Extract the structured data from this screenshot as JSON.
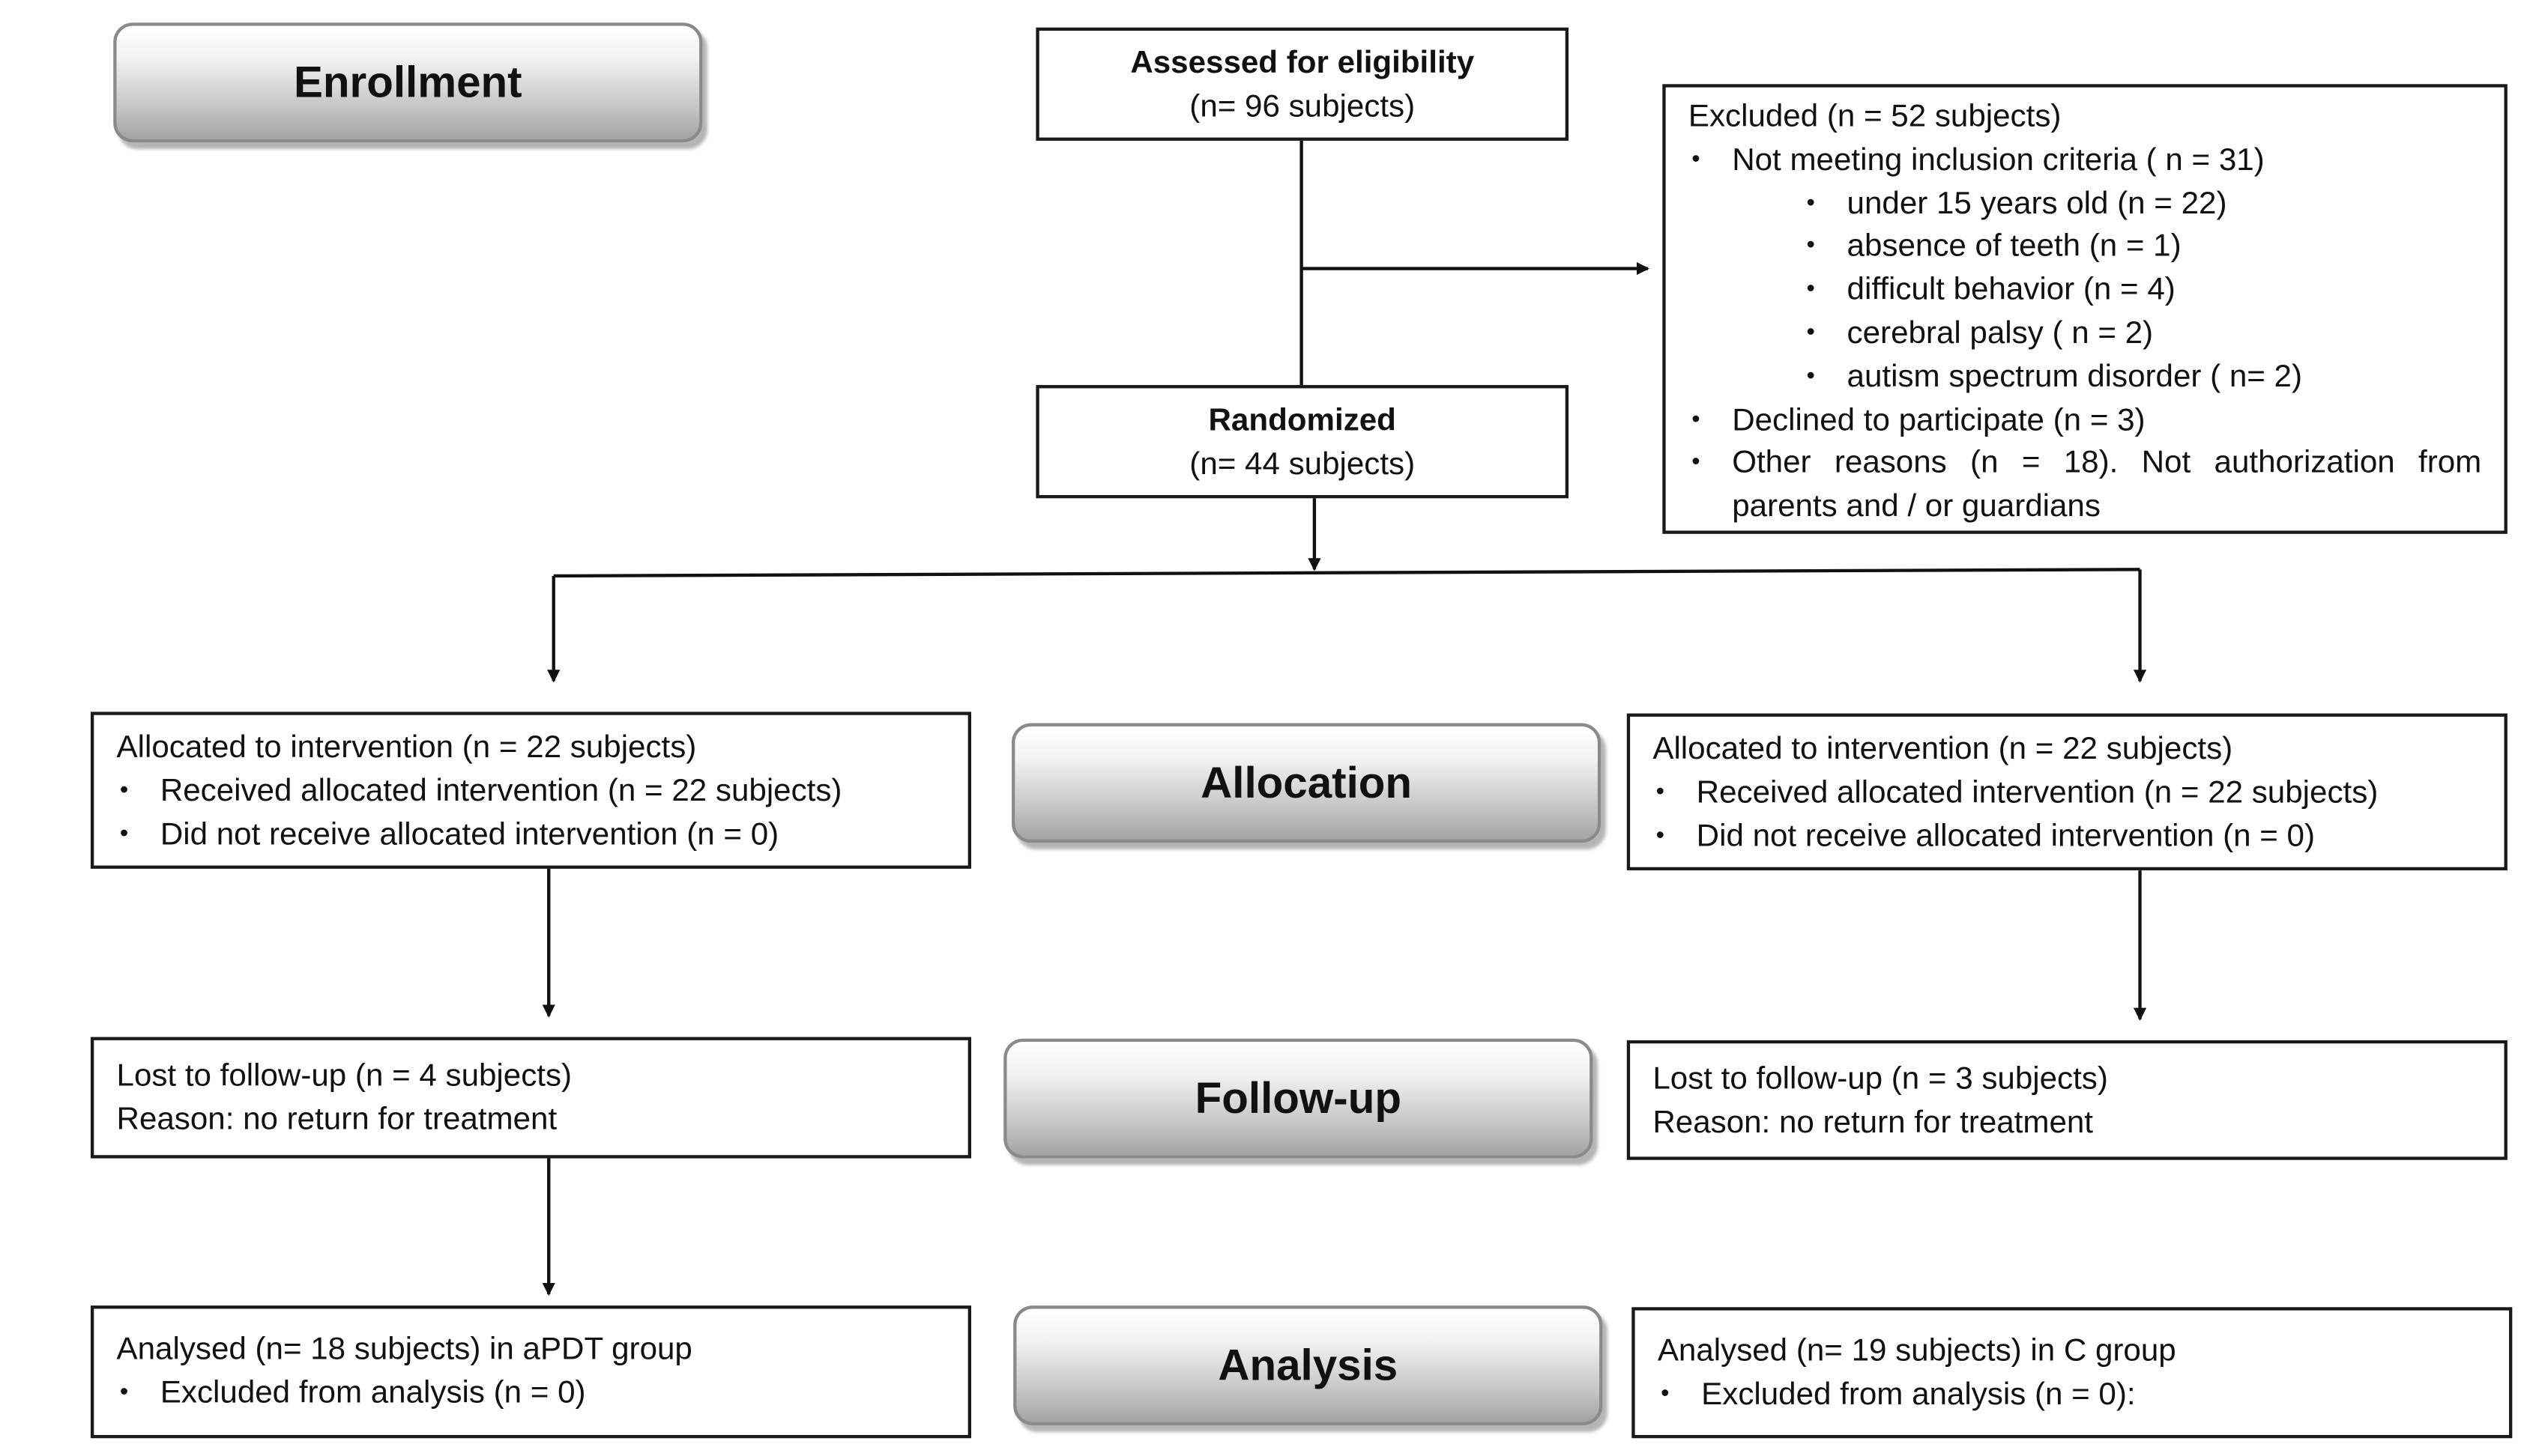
{
  "stages": {
    "enrollment": "Enrollment",
    "allocation": "Allocation",
    "followup": "Follow-up",
    "analysis": "Analysis"
  },
  "assessed": {
    "title": "Assessed for eligibility",
    "count": "(n= 96 subjects)"
  },
  "randomized": {
    "title": "Randomized",
    "count": "(n= 44  subjects)"
  },
  "excluded": {
    "header": "Excluded  (n = 52 subjects)",
    "not_meeting": "Not meeting  inclusion  criteria ( n = 31)",
    "sub_reasons": [
      "under  15  years old  (n = 22)",
      "absence  of teeth  (n = 1)",
      "difficult behavior  (n = 4)",
      "cerebral  palsy  ( n  =  2)",
      "autism  spectrum  disorder ( n= 2)"
    ],
    "declined": "Declined  to participate  (n  = 3)",
    "other": "Other  reasons  (n  =  18).  Not  authorization  from parents  and  / or guardians"
  },
  "left_group": {
    "allocation": {
      "header": "Allocated to intervention  (n = 22 subjects)",
      "items": [
        "Received allocated intervention  (n =  22  subjects)",
        "Did not receive allocated intervention  (n = 0)"
      ]
    },
    "followup": {
      "line1": "Lost to follow-up  (n = 4 subjects)",
      "line2": "Reason:  no return  for treatment"
    },
    "analysis": {
      "header": "Analysed  (n= 18 subjects)  in aPDT group",
      "items": [
        "Excluded  from analysis  (n = 0)"
      ]
    }
  },
  "right_group": {
    "allocation": {
      "header": "Allocated to intervention  (n = 22 subjects)",
      "items": [
        "Received allocated intervention  (n = 22 subjects)",
        "Did not receive allocated intervention  (n = 0)"
      ]
    },
    "followup": {
      "line1": "Lost to follow-up  (n = 3 subjects)",
      "line2": "Reason:  no return  for treatment"
    },
    "analysis": {
      "header": "Analysed  (n= 19 subjects)  in C group",
      "items": [
        "Excluded  from analysis  (n = 0):"
      ]
    }
  }
}
